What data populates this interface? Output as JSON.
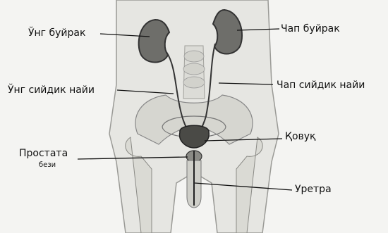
{
  "labels": {
    "right_kidney": "Ўнг буйрак",
    "left_kidney": "Чап буйрак",
    "right_ureter": "Ўнг сийдик найи",
    "left_ureter": "Чап сийдик найи",
    "bladder": "Қовуқ",
    "prostate_line1": "Простата",
    "prostate_line2": "бези",
    "urethra": "Уретра"
  }
}
